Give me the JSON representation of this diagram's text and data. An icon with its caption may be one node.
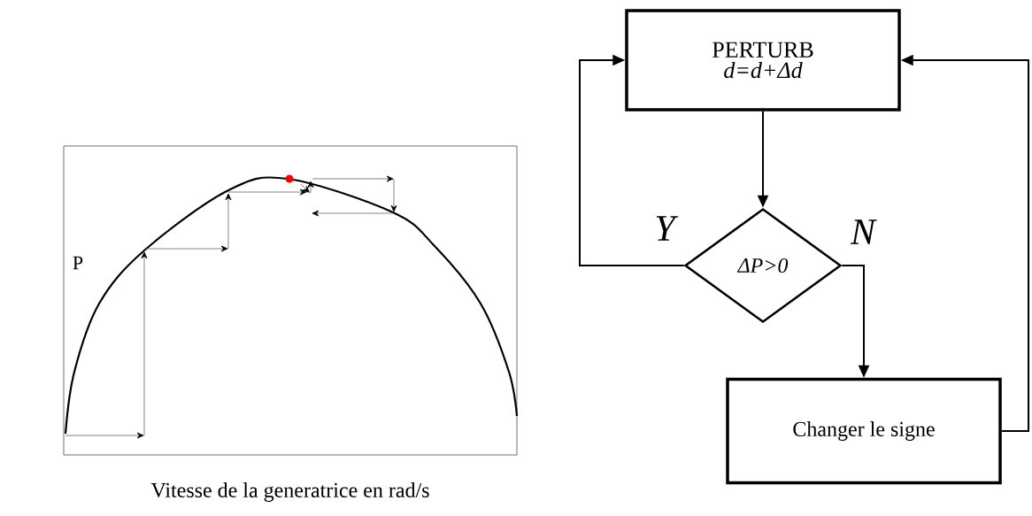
{
  "diagram": {
    "nodes": [
      {
        "text": [
          "PERTURB",
          "d=d+Δd"
        ]
      },
      {
        "text": [
          "ΔP>0"
        ]
      },
      {
        "text": [
          "Changer le signe"
        ]
      }
    ],
    "edges": [
      {
        "from": 0,
        "to": 1,
        "arrow": "to"
      },
      {
        "from": 1,
        "to": 0,
        "arrow": "to",
        "label": "Y"
      },
      {
        "from": 1,
        "to": 2,
        "arrow": "to",
        "label": "N"
      },
      {
        "from": 2,
        "to": 0,
        "arrow": "to"
      }
    ],
    "labels": [
      "P",
      "Vitesse de la generatrice en rad/s"
    ]
  }
}
